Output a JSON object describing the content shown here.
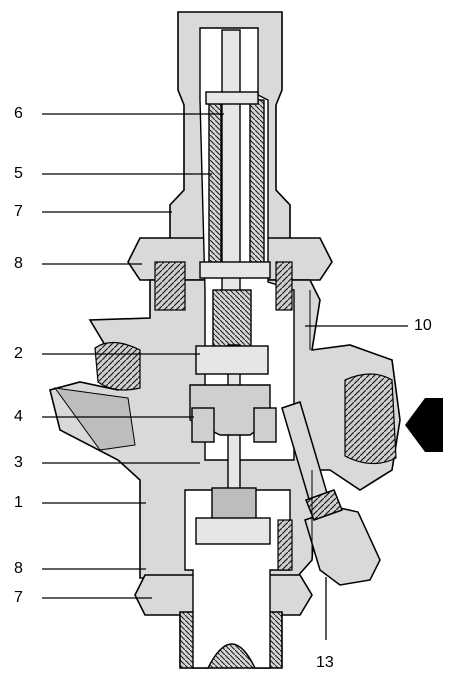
{
  "labels": {
    "l6": "6",
    "l5": "5",
    "l7a": "7",
    "l8a": "8",
    "l10": "10",
    "l2": "2",
    "l4": "4",
    "l3": "3",
    "l1": "1",
    "l8b": "8",
    "l7b": "7",
    "l13": "13"
  },
  "colors": {
    "ink": "#000000",
    "body_fill": "#d9d9d9",
    "shade": "#a6a6a6",
    "dark": "#555555",
    "paper": "#ffffff"
  }
}
